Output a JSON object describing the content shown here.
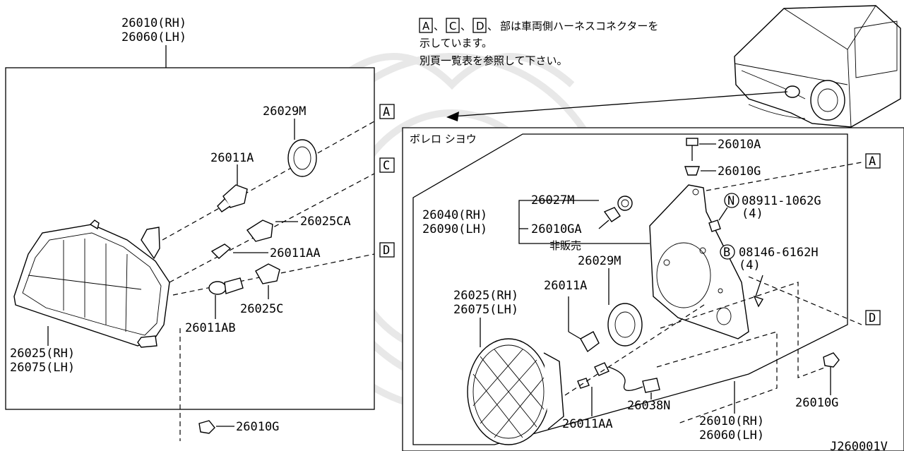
{
  "left_panel": {
    "assembly_code_rh": "26010(RH)",
    "assembly_code_lh": "26060(LH)",
    "parts": {
      "bulb_socket_cover": "26029M",
      "halogen_bulb": "26011A",
      "socket_ca": "26025CA",
      "wedge_bulb_aa": "26011AA",
      "socket_c": "26025C",
      "bulb_ab": "26011AB",
      "lens_rh": "26025(RH)",
      "lens_lh": "26075(LH)",
      "clip_g": "26010G"
    },
    "connectors": [
      "A",
      "C",
      "D"
    ]
  },
  "note": {
    "keys": [
      "A",
      "C",
      "D"
    ],
    "line1_suffix": "部は車両側ハーネスコネクターを",
    "line2": "示しています。",
    "line3": "別頁一覧表を参照して下さい。"
  },
  "right_panel": {
    "title": "ボレロ シヨウ",
    "parts": {
      "bolt_a": "26010A",
      "grommet_g": "26010G",
      "cap_m": "26027M",
      "assy_rh": "26040(RH)",
      "assy_lh": "26090(LH)",
      "ga": "26010GA",
      "not_sold": "非販売",
      "nut_key": "N",
      "nut_code": "08911-1062G",
      "nut_qty": "(4)",
      "bolt_key": "B",
      "bolt_code": "08146-6162H",
      "bolt_qty": "(4)",
      "cover_m": "26029M",
      "bulb_a": "26011A",
      "lens_rh": "26025(RH)",
      "lens_lh": "26075(LH)",
      "bulb_aa": "26011AA",
      "harness_n": "26038N",
      "clip_g": "26010G",
      "assembly_rh": "26010(RH)",
      "assembly_lh": "26060(LH)"
    },
    "connectors": [
      "A",
      "D"
    ]
  },
  "figure_code": "J260001V"
}
